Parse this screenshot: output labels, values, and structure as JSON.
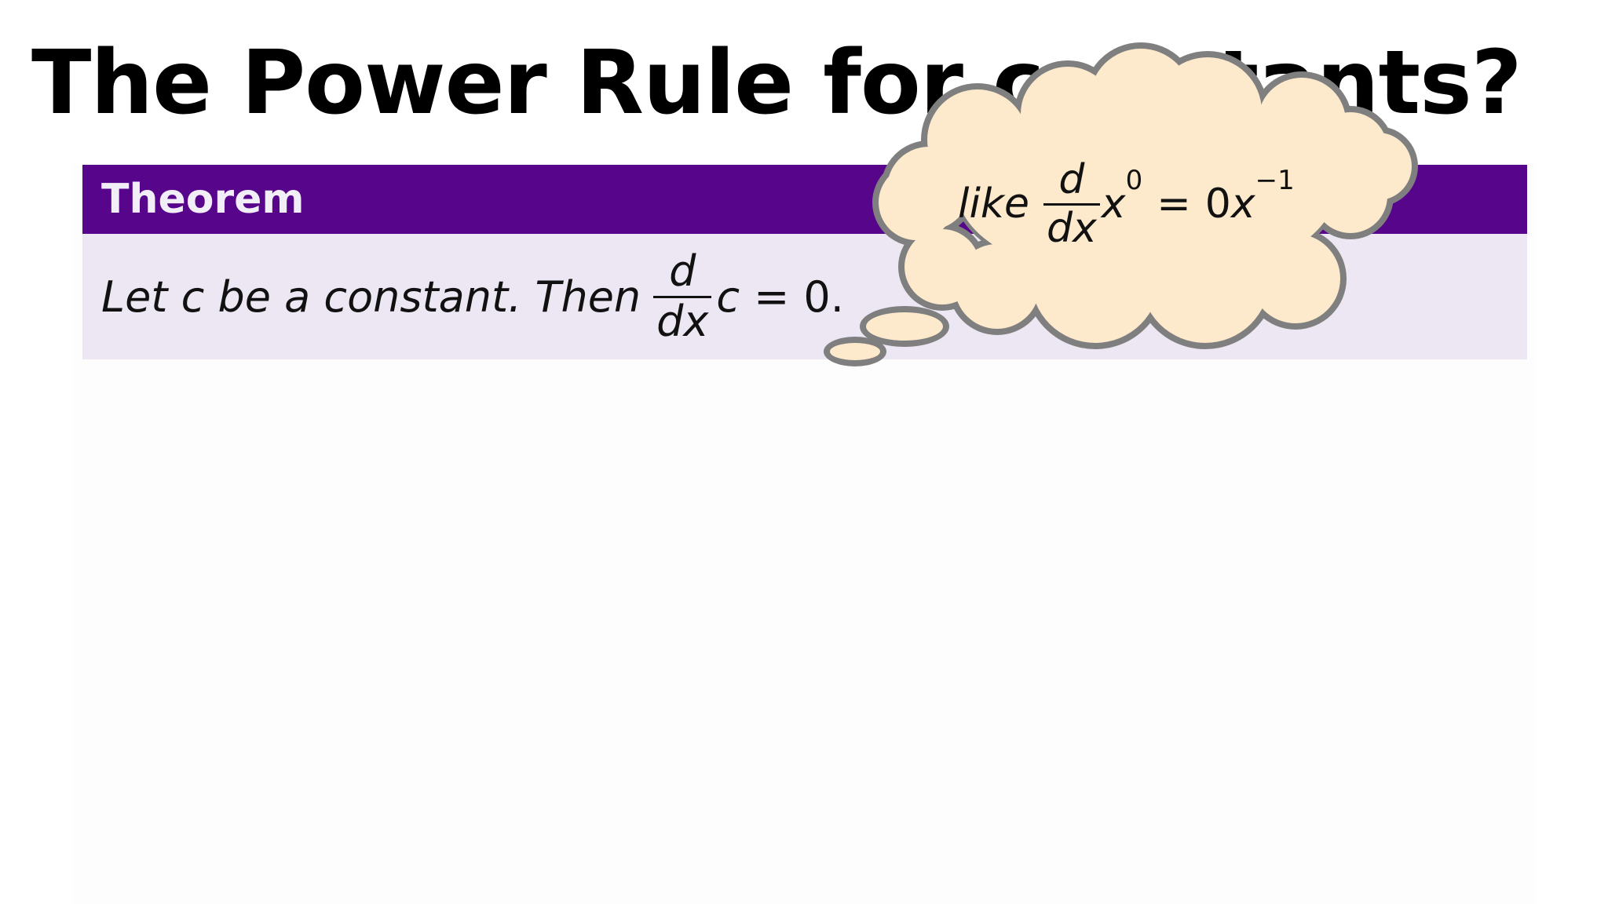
{
  "slide": {
    "title": "The Power Rule for constants?"
  },
  "theorem": {
    "header": "Theorem",
    "text_before": "Let c be a constant. Then",
    "frac_num": "d",
    "frac_den": "dx",
    "variable": "c",
    "equals": "=",
    "result": "0."
  },
  "thought_bubble": {
    "prefix": "like",
    "frac_num": "d",
    "frac_den": "dx",
    "base": "x",
    "exponent": "0",
    "equals": "=",
    "coefficient": "0",
    "result_base": "x",
    "result_exponent": "−1"
  },
  "colors": {
    "theorem_header_bg": "#57068c",
    "theorem_body_bg": "#ece7f3",
    "bubble_fill": "#fde9cb",
    "bubble_outline": "#7f7f7f"
  },
  "icons": {
    "thought_bubble": "thought-cloud-icon"
  }
}
